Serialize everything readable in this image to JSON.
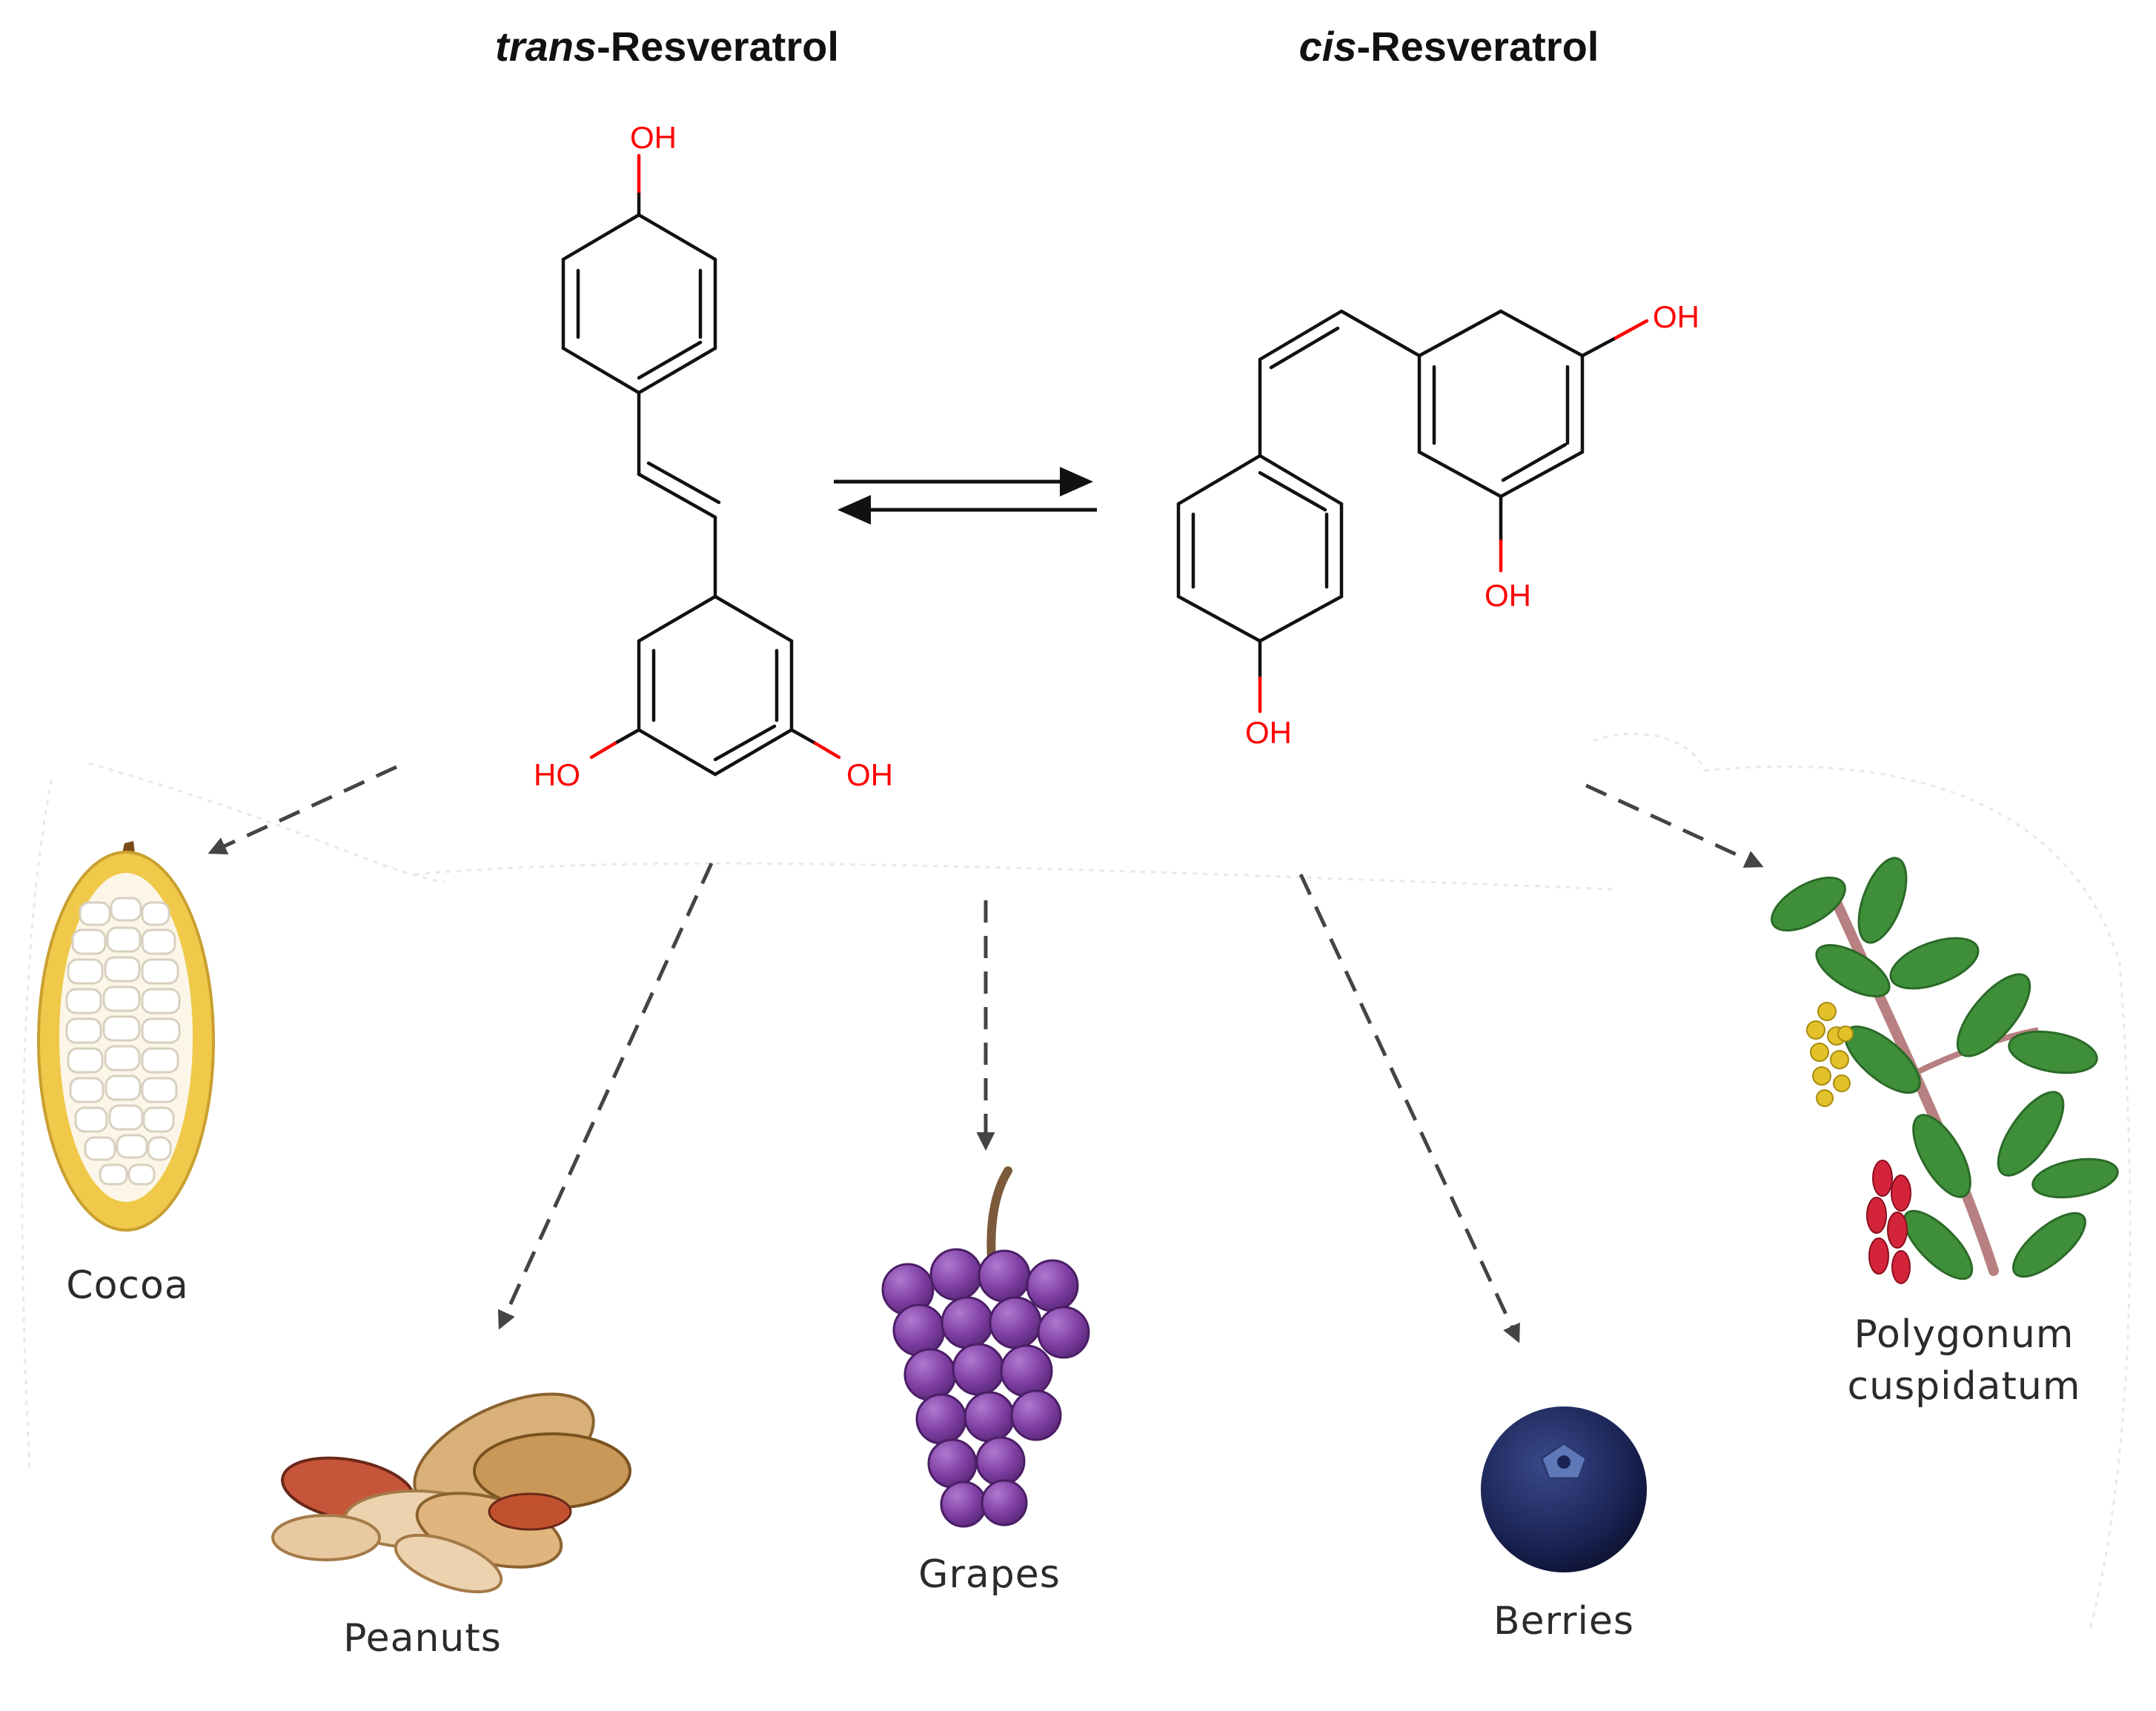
{
  "molecules": {
    "trans": {
      "prefix": "trans",
      "name": "-Resveratrol",
      "oh_top": "OH",
      "oh_left": "HO",
      "oh_right": "OH"
    },
    "cis": {
      "prefix": "cis",
      "name": "-Resveratrol",
      "oh_right": "OH",
      "oh_mid": "OH",
      "oh_bottom": "OH"
    }
  },
  "sources": {
    "cocoa": "Cocoa",
    "peanuts": "Peanuts",
    "grapes": "Grapes",
    "berries": "Berries",
    "polygonum_line1": "Polygonum",
    "polygonum_line2": "cuspidatum"
  },
  "colors": {
    "hydroxyl": "#ff0000",
    "bond": "#111111",
    "arrow": "#444444"
  }
}
